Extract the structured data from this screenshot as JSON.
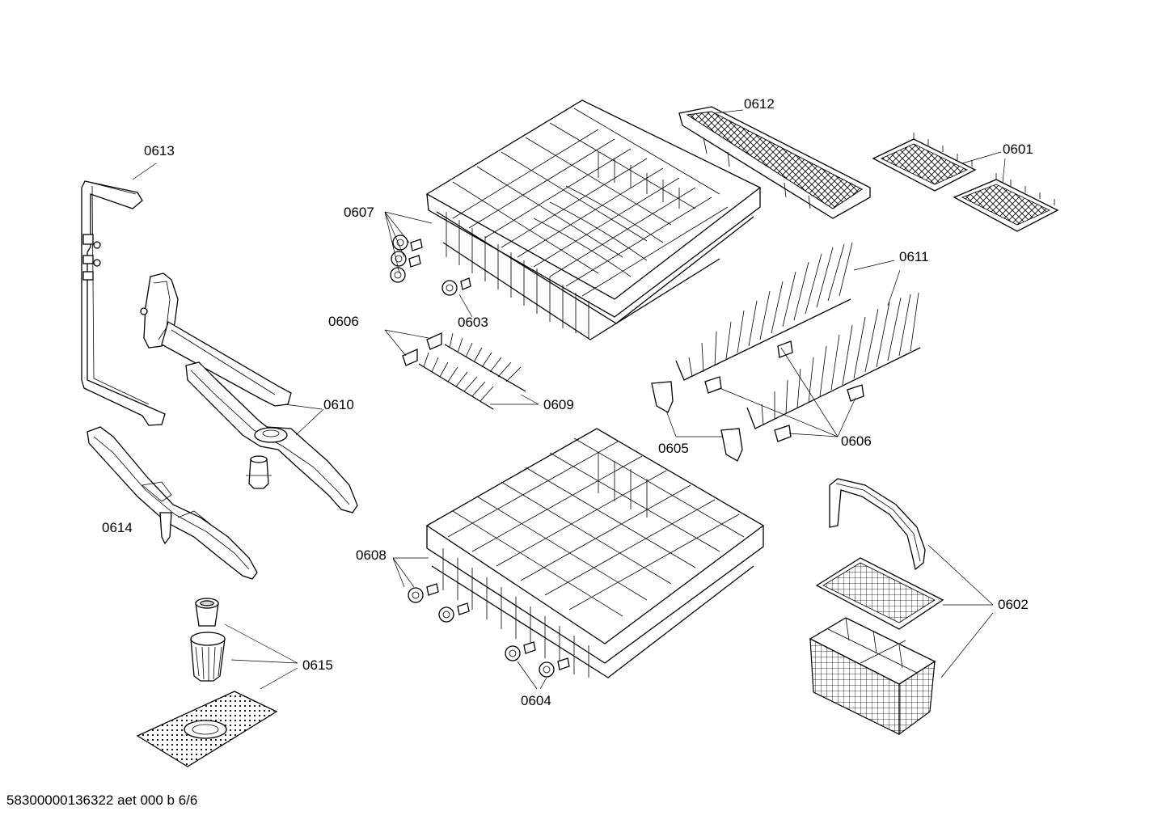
{
  "labels": {
    "p0613": "0613",
    "p0612": "0612",
    "p0601": "0601",
    "p0607": "0607",
    "p0611": "0611",
    "p0603": "0603",
    "p0606a": "0606",
    "p0610": "0610",
    "p0609": "0609",
    "p0605": "0605",
    "p0606b": "0606",
    "p0614": "0614",
    "p0608": "0608",
    "p0602": "0602",
    "p0615": "0615",
    "p0604": "0604"
  },
  "footer": "58300000136322 aet 000 b 6/6"
}
